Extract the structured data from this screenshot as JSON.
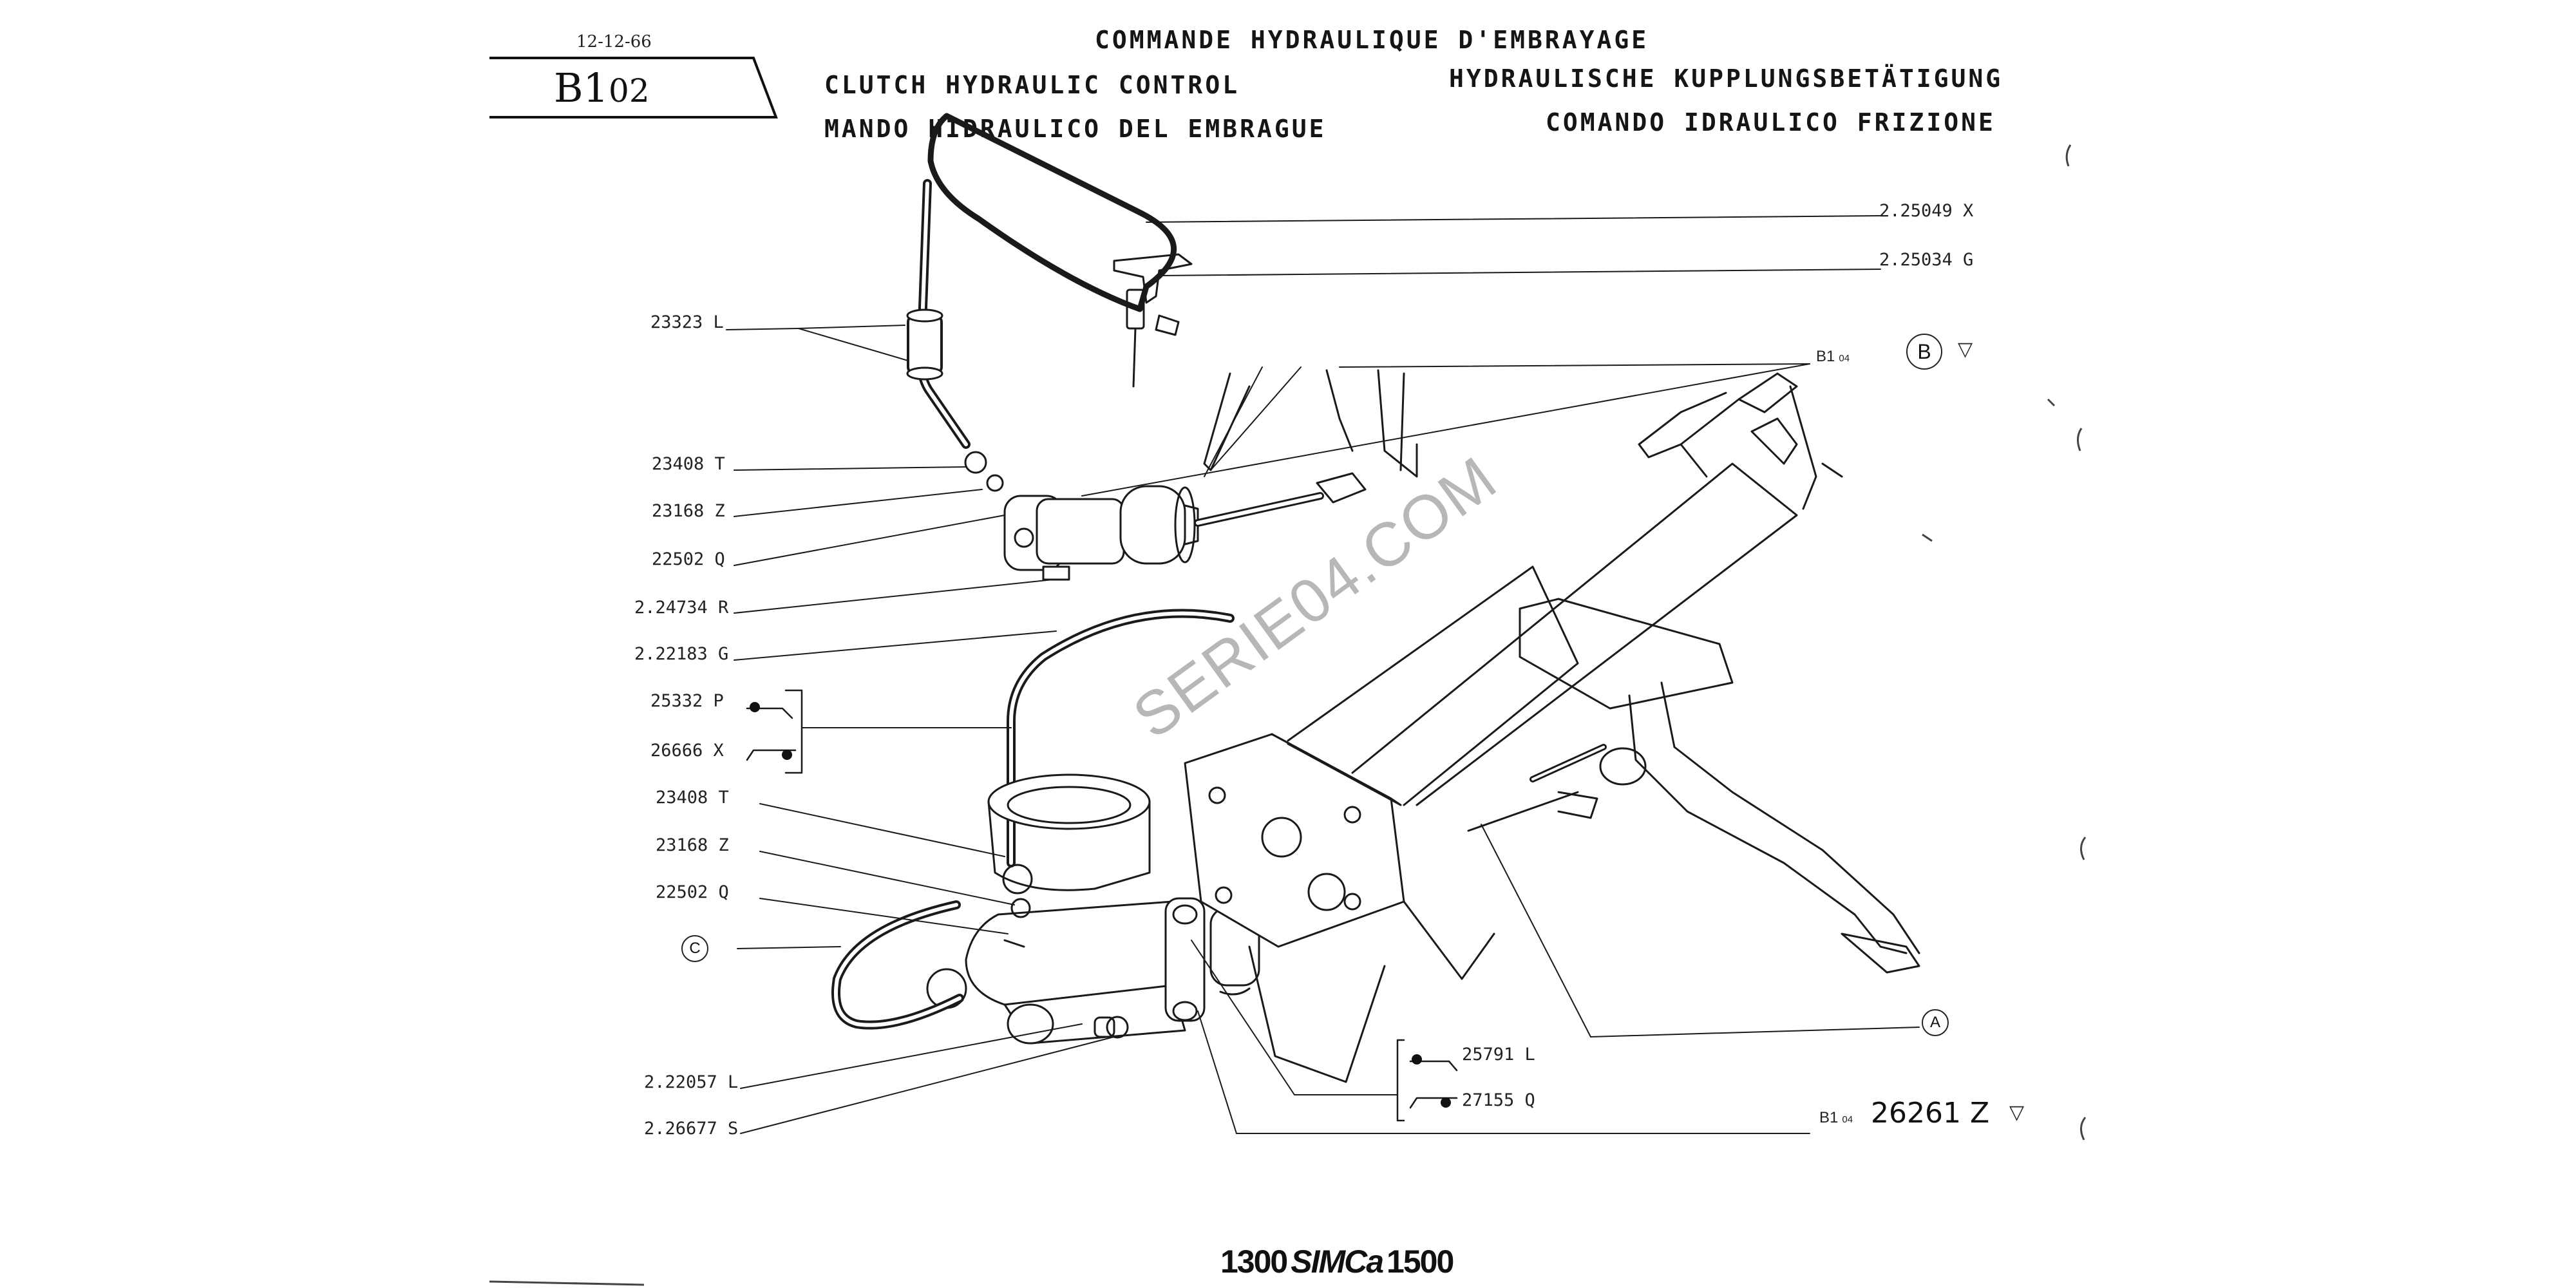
{
  "header": {
    "date": "12-12-66",
    "code_letters": "B1",
    "code_number": "02",
    "title_fr": "COMMANDE HYDRAULIQUE D'EMBRAYAGE",
    "title_en": "CLUTCH HYDRAULIC CONTROL",
    "title_de": "HYDRAULISCHE KUPPLUNGSBETÄTIGUNG",
    "title_es": "MANDO HIDRAULICO DEL EMBRAGUE",
    "title_it": "COMANDO IDRAULICO FRIZIONE"
  },
  "left_labels": [
    "23323  L",
    "23408  T",
    "23168  Z",
    "22502  Q",
    "2.24734  R",
    "2.22183  G",
    "25332  P",
    "26666  X",
    "23408  T",
    "23168  Z",
    "22502  Q",
    "2.22057  L",
    "2.26677  S"
  ],
  "right_labels": {
    "top1": "2.25049  X",
    "top2": "2.25034  G",
    "ref_b_prefix": "B1",
    "ref_b_sub": "04",
    "circle_b": "B",
    "pedal_1": "25791  L",
    "pedal_2": "27155  Q",
    "circle_a": "A",
    "ref_bottom_prefix": "B1",
    "ref_bottom_sub": "04",
    "ref_bottom_part": "26261  Z"
  },
  "circle_c": "C",
  "watermark": "SERIE04.COM",
  "footer": {
    "left": "1300",
    "brand": "SIMCa",
    "right": "1500"
  },
  "colors": {
    "ink": "#1a1a1a",
    "paper": "#ffffff",
    "watermark": "#b7b7b7"
  }
}
